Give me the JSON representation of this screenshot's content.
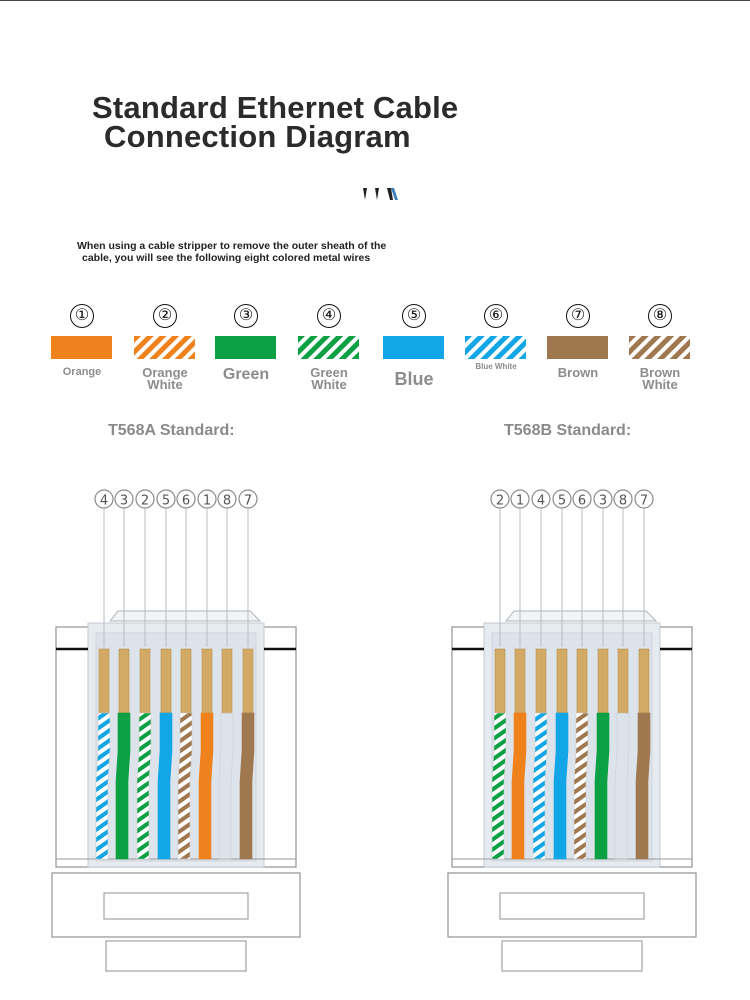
{
  "title": {
    "line1": "Standard Ethernet Cable",
    "line2": "Connection Diagram"
  },
  "intro": {
    "line1": "When using a cable stripper to remove the outer sheath of the",
    "line2": "cable, you will see the following eight colored metal wires"
  },
  "colors": {
    "orange": "#f0821e",
    "green": "#0aa043",
    "blue": "#12a6e6",
    "brown": "#a07850",
    "white": "#ffffff",
    "gold": "#d2aa66",
    "label_gray": "#8c8c8c"
  },
  "wires": [
    {
      "num": "①",
      "label": [
        "Orange"
      ],
      "color": "orange",
      "striped": false
    },
    {
      "num": "②",
      "label": [
        "Orange",
        "White"
      ],
      "color": "orange",
      "striped": true
    },
    {
      "num": "③",
      "label": [
        "Green"
      ],
      "color": "green",
      "striped": false
    },
    {
      "num": "④",
      "label": [
        "Green",
        "White"
      ],
      "color": "green",
      "striped": true
    },
    {
      "num": "⑤",
      "label": [
        "Blue"
      ],
      "color": "blue",
      "striped": false
    },
    {
      "num": "⑥",
      "label": [
        "Blue White"
      ],
      "color": "blue",
      "striped": true
    },
    {
      "num": "⑦",
      "label": [
        "Brown"
      ],
      "color": "brown",
      "striped": false
    },
    {
      "num": "⑧",
      "label": [
        "Brown",
        "White"
      ],
      "color": "brown",
      "striped": true
    }
  ],
  "standards": [
    {
      "label": "T568A Standard:",
      "order": [
        4,
        3,
        2,
        5,
        6,
        1,
        8,
        7
      ]
    },
    {
      "label": "T568B Standard:",
      "order": [
        2,
        1,
        4,
        5,
        6,
        3,
        8,
        7
      ]
    }
  ]
}
